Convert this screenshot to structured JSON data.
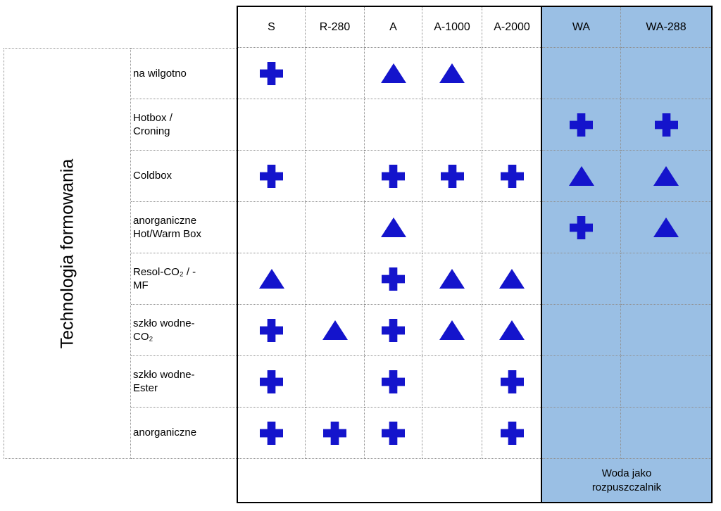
{
  "colors": {
    "symbol": "#1414CC",
    "highlight_bg": "#9ABFE4",
    "gridline": "#909090",
    "table_border": "#000000"
  },
  "chart_data": {
    "type": "table",
    "row_axis_title": "Technologia formowania",
    "columns": [
      "S",
      "R-280",
      "A",
      "A-1000",
      "A-2000",
      "WA",
      "WA-288"
    ],
    "highlighted_columns": [
      "WA",
      "WA-288"
    ],
    "highlighted_footer_lines": [
      "Woda jako",
      "rozpuszczalnik"
    ],
    "symbols_used": [
      "plus",
      "triangle"
    ],
    "rows": [
      {
        "label_lines": [
          "na wilgotno"
        ],
        "cells": [
          "plus",
          "",
          "triangle",
          "triangle",
          "",
          "",
          ""
        ]
      },
      {
        "label_lines": [
          "Hotbox /",
          "Croning"
        ],
        "cells": [
          "",
          "",
          "",
          "",
          "",
          "plus",
          "plus"
        ]
      },
      {
        "label_lines": [
          "Coldbox"
        ],
        "cells": [
          "plus",
          "",
          "plus",
          "plus",
          "plus",
          "triangle",
          "triangle"
        ]
      },
      {
        "label_lines": [
          "anorganiczne",
          "Hot/Warm Box"
        ],
        "cells": [
          "",
          "",
          "triangle",
          "",
          "",
          "plus",
          "triangle"
        ]
      },
      {
        "label_lines": [
          "Resol-CO₂ / -",
          "MF"
        ],
        "cells": [
          "triangle",
          "",
          "plus",
          "triangle",
          "triangle",
          "",
          ""
        ]
      },
      {
        "label_lines": [
          "szkło wodne-",
          "CO₂"
        ],
        "cells": [
          "plus",
          "triangle",
          "plus",
          "triangle",
          "triangle",
          "",
          ""
        ]
      },
      {
        "label_lines": [
          "szkło wodne-",
          "Ester"
        ],
        "cells": [
          "plus",
          "",
          "plus",
          "",
          "plus",
          "",
          ""
        ]
      },
      {
        "label_lines": [
          "anorganiczne"
        ],
        "cells": [
          "plus",
          "plus",
          "plus",
          "",
          "plus",
          "",
          ""
        ]
      }
    ]
  }
}
